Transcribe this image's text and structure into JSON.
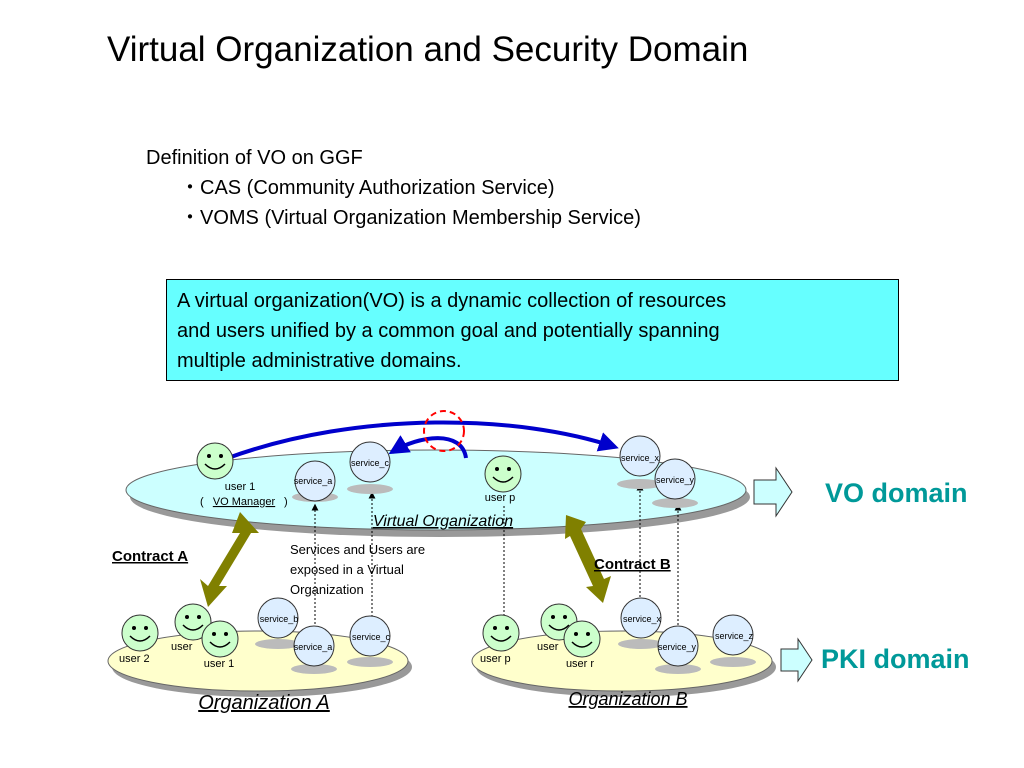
{
  "title": "Virtual Organization and Security Domain",
  "definition": {
    "heading": "Definition of VO on GGF",
    "items": [
      "・CAS (Community Authorization Service)",
      "・VOMS (Virtual Organization Membership Service)"
    ]
  },
  "definition_box": {
    "lines": [
      "A virtual organization(VO) is a dynamic collection of resources",
      "and users unified by a common goal and potentially spanning",
      "multiple administrative domains."
    ]
  },
  "vo": {
    "label": "Virtual Organization",
    "user1": "user 1",
    "vo_manager": "VO Manager",
    "user_p": "user p",
    "services": {
      "a": "service_a",
      "c": "service_c",
      "x": "service_x",
      "y": "service_y"
    }
  },
  "org_a": {
    "label": "Organization A",
    "user2": "user 2",
    "user_hidden": "user",
    "user1": "user 1",
    "services": {
      "b": "service_b",
      "a": "service_a",
      "c": "service_c"
    }
  },
  "org_b": {
    "label": "Organization B",
    "user_p": "user p",
    "user_hidden": "user",
    "user_r": "user r",
    "services": {
      "x": "service_x",
      "y": "service_y",
      "z": "service_z"
    }
  },
  "contracts": {
    "a": "Contract A",
    "b": "Contract B"
  },
  "exposed_note": [
    "Services and Users are",
    "exposed in a Virtual",
    "Organization"
  ],
  "domains": {
    "vo": "VO domain",
    "pki": "PKI domain"
  },
  "colors": {
    "vo_fill": "#ccffff",
    "org_fill": "#ffffcc",
    "smiley": "#ccffcc",
    "service": "#ddeeff",
    "arrow_blue": "#0000cc",
    "contract_arrow": "#808000",
    "domain_text": "#009999",
    "dashed_circle": "#ff0000",
    "box_fill": "#66ffff"
  }
}
